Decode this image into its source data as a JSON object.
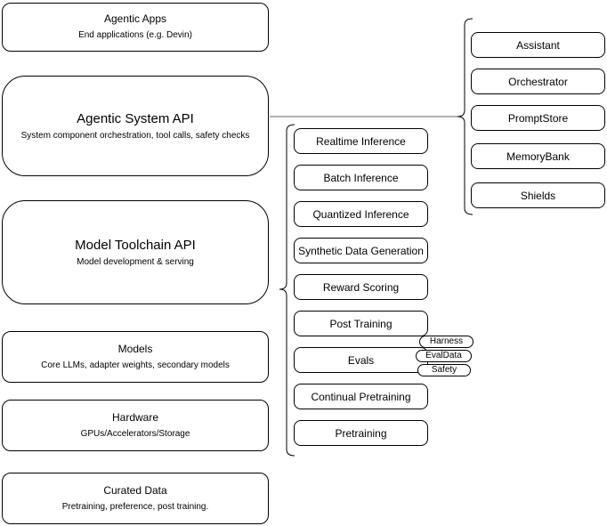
{
  "stack": {
    "layers": [
      {
        "title": "Agentic Apps",
        "subtitle": "End applications (e.g. Devin)"
      },
      {
        "title": "Agentic System API",
        "subtitle": "System component orchestration, tool calls, safety checks"
      },
      {
        "title": "Model Toolchain API",
        "subtitle": "Model development & serving"
      },
      {
        "title": "Models",
        "subtitle": "Core LLMs, adapter weights, secondary models"
      },
      {
        "title": "Hardware",
        "subtitle": "GPUs/Accelerators/Storage"
      },
      {
        "title": "Curated Data",
        "subtitle": "Pretraining, preference, post training."
      }
    ]
  },
  "toolchain_services": [
    "Realtime Inference",
    "Batch Inference",
    "Quantized Inference",
    "Synthetic Data Generation",
    "Reward Scoring",
    "Post Training",
    "Evals",
    "Continual Pretraining",
    "Pretraining"
  ],
  "eval_tags": [
    "Harness",
    "EvalData",
    "Safety"
  ],
  "system_components": [
    "Assistant",
    "Orchestrator",
    "PromptStore",
    "MemoryBank",
    "Shields"
  ],
  "colors": {
    "stroke": "#000000",
    "fill": "#ffffff",
    "connector": "#666666"
  }
}
